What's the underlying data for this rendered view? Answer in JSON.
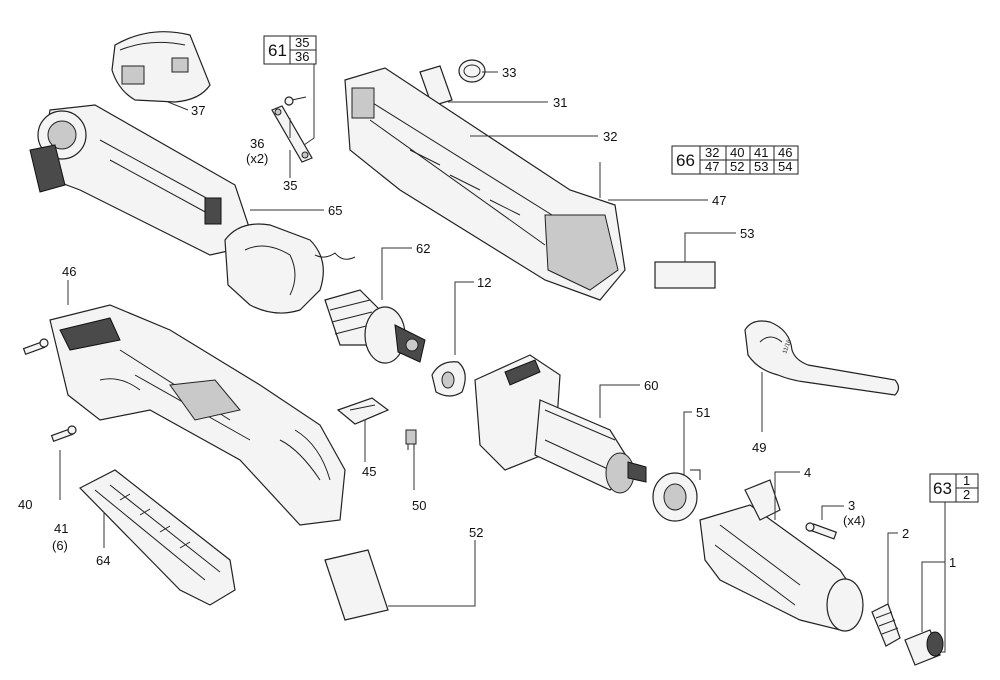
{
  "diagram": {
    "parts": [
      {
        "id": "p1",
        "label": "1"
      },
      {
        "id": "p2",
        "label": "2"
      },
      {
        "id": "p3",
        "label": "3",
        "qty": "(x4)"
      },
      {
        "id": "p4",
        "label": "4"
      },
      {
        "id": "p12",
        "label": "12"
      },
      {
        "id": "p31",
        "label": "31"
      },
      {
        "id": "p32",
        "label": "32"
      },
      {
        "id": "p33",
        "label": "33"
      },
      {
        "id": "p35",
        "label": "35"
      },
      {
        "id": "p36",
        "label": "36",
        "qty": "(x2)"
      },
      {
        "id": "p37",
        "label": "37"
      },
      {
        "id": "p40",
        "label": "40"
      },
      {
        "id": "p41",
        "label": "41",
        "qty": "(6)"
      },
      {
        "id": "p45",
        "label": "45"
      },
      {
        "id": "p46",
        "label": "46"
      },
      {
        "id": "p47",
        "label": "47"
      },
      {
        "id": "p49",
        "label": "49"
      },
      {
        "id": "p50",
        "label": "50"
      },
      {
        "id": "p51",
        "label": "51"
      },
      {
        "id": "p52",
        "label": "52"
      },
      {
        "id": "p53",
        "label": "53"
      },
      {
        "id": "p60",
        "label": "60"
      },
      {
        "id": "p62",
        "label": "62"
      },
      {
        "id": "p64",
        "label": "64"
      },
      {
        "id": "p65",
        "label": "65"
      }
    ],
    "kits": [
      {
        "id": "kit61",
        "number": "61",
        "rows": [
          [
            "35"
          ],
          [
            "36"
          ]
        ]
      },
      {
        "id": "kit66",
        "number": "66",
        "rows": [
          [
            "32",
            "40",
            "41",
            "46"
          ],
          [
            "47",
            "52",
            "53",
            "54"
          ]
        ]
      },
      {
        "id": "kit63",
        "number": "63",
        "rows": [
          [
            "1"
          ],
          [
            "2"
          ]
        ]
      }
    ],
    "wrench_marking": "11/16"
  }
}
